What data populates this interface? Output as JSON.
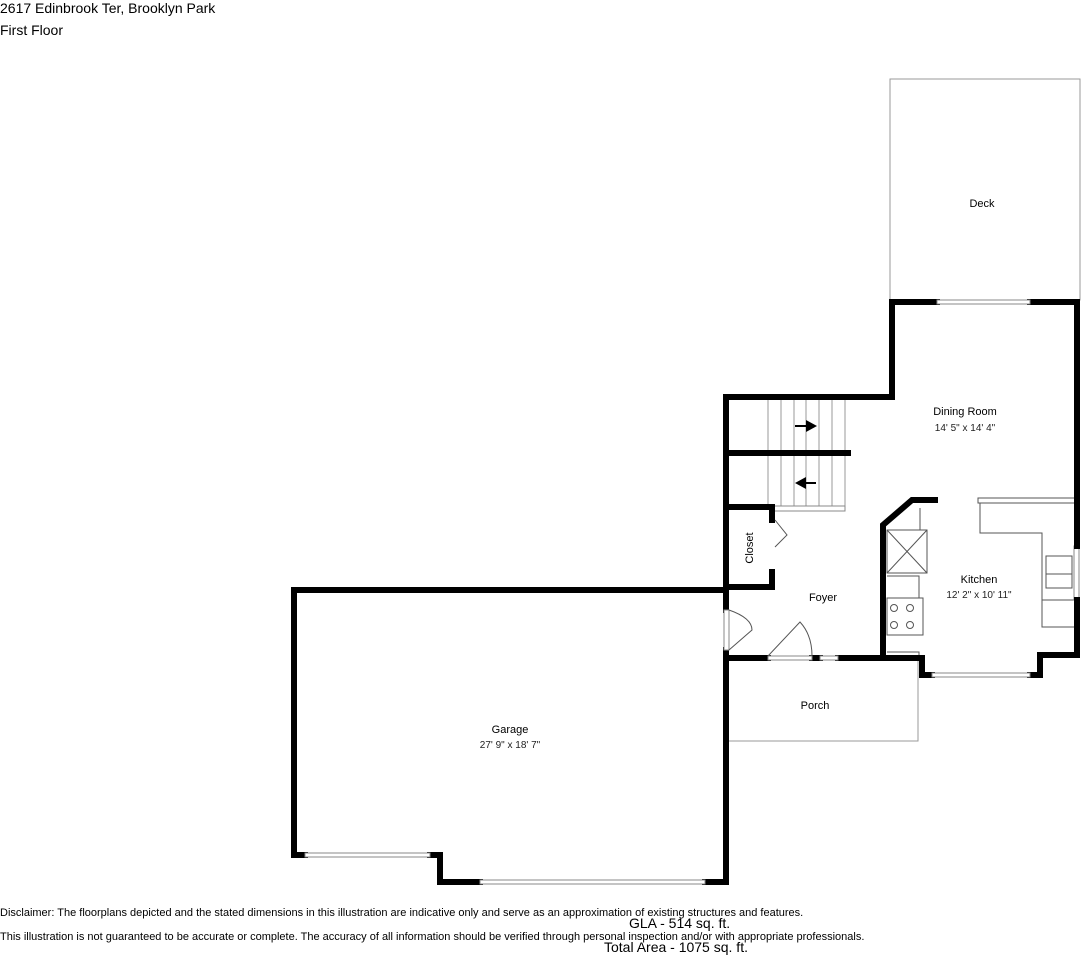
{
  "header": {
    "address": "2617 Edinbrook Ter, Brooklyn Park",
    "floor": "First Floor"
  },
  "rooms": {
    "deck": {
      "name": "Deck"
    },
    "dining": {
      "name": "Dining Room",
      "dims": "14' 5\" x 14' 4\""
    },
    "closet": {
      "name": "Closet"
    },
    "kitchen": {
      "name": "Kitchen",
      "dims": "12' 2\" x 10' 11\""
    },
    "foyer": {
      "name": "Foyer"
    },
    "porch": {
      "name": "Porch"
    },
    "garage": {
      "name": "Garage",
      "dims": "27' 9\" x 18' 7\""
    }
  },
  "footer": {
    "disclaimer1": "Disclaimer: The floorplans depicted and the stated dimensions in this illustration are indicative only and serve as an approximation of existing structures and features.",
    "disclaimer2": "This illustration is not guaranteed to be accurate or complete. The accuracy of all information should be verified through personal inspection and/or with appropriate professionals.",
    "gla": "GLA - 514 sq. ft.",
    "total_area": "Total Area - 1075 sq. ft."
  }
}
